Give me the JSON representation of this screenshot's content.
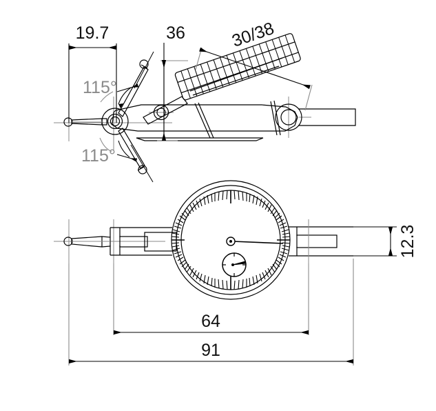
{
  "drawing": {
    "type": "engineering-drawing",
    "subject": "dial test indicator",
    "background_color": "#ffffff",
    "line_color": "#000000",
    "thin_line_color": "#8a8a8a",
    "dimension_text_color": "#111111",
    "angle_text_color": "#8a8a8a",
    "views": [
      {
        "name": "side-elevation-view",
        "position": "top"
      },
      {
        "name": "front-dial-view",
        "position": "bottom"
      }
    ]
  },
  "dimensions": {
    "width_19_7": {
      "label": "19.7",
      "value": 19.7,
      "unit": "mm",
      "orientation": "horizontal",
      "view": "side-elevation-view"
    },
    "height_36": {
      "label": "36",
      "value": 36,
      "unit": "mm",
      "orientation": "vertical",
      "view": "side-elevation-view"
    },
    "dial_30_38": {
      "label": "30/38",
      "value": "30/38",
      "unit": "mm",
      "orientation": "inclined",
      "view": "side-elevation-view"
    },
    "thickness_12_3": {
      "label": "12.3",
      "value": 12.3,
      "unit": "mm",
      "orientation": "vertical-rotated",
      "view": "front-dial-view"
    },
    "length_64": {
      "label": "64",
      "value": 64,
      "unit": "mm",
      "orientation": "horizontal",
      "view": "front-dial-view"
    },
    "length_91": {
      "label": "91",
      "value": 91,
      "unit": "mm",
      "orientation": "horizontal",
      "view": "front-dial-view"
    }
  },
  "angles": {
    "stylus_upper": {
      "label": "115°",
      "value": 115,
      "unit": "deg"
    },
    "stylus_lower": {
      "label": "115°",
      "value": 115,
      "unit": "deg"
    }
  }
}
